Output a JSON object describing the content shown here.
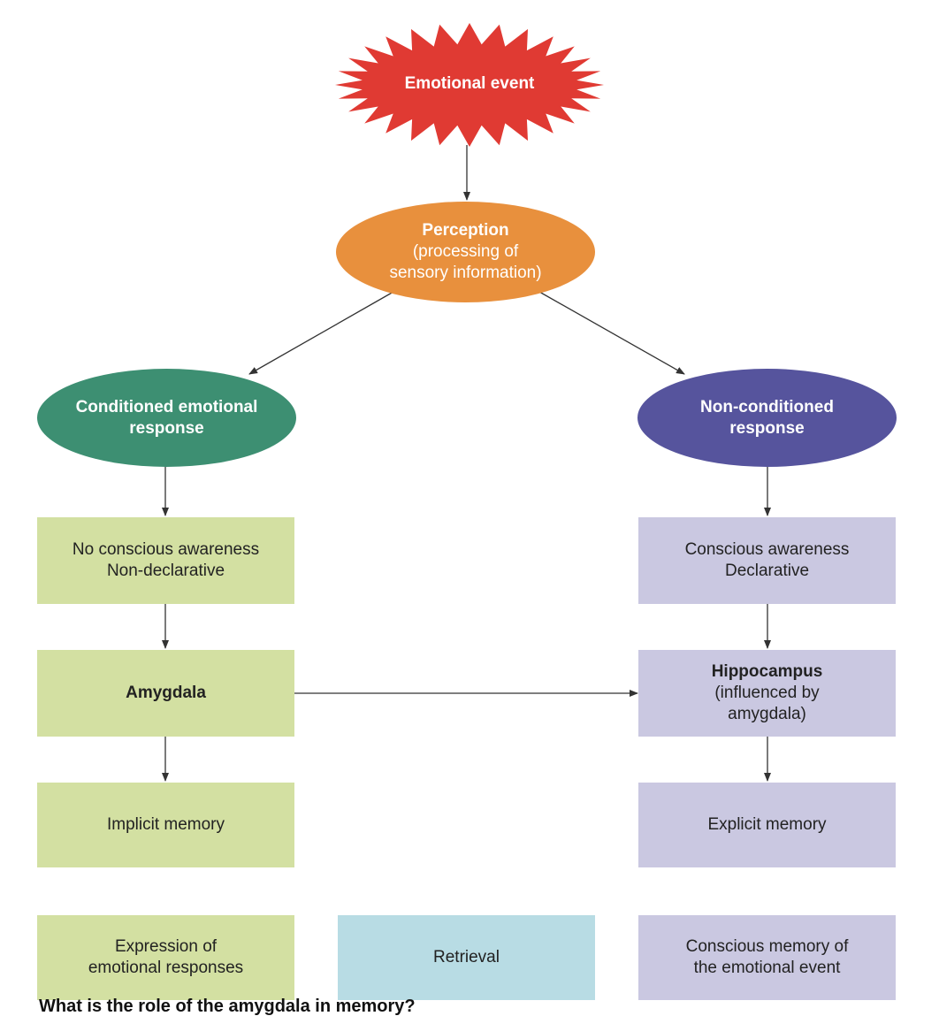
{
  "colors": {
    "event_red": "#e03a33",
    "perception_orange": "#e8903d",
    "conditioned_green": "#3d8f72",
    "nonconditioned_purple": "#56549d",
    "left_box_green": "#d3e0a2",
    "right_box_purple": "#cac8e1",
    "retrieval_blue": "#b8dce4"
  },
  "event": {
    "label": "Emotional event",
    "icon": "starburst-icon"
  },
  "perception": {
    "title": "Perception",
    "line1": "(processing of",
    "line2": "sensory information)"
  },
  "conditioned": {
    "line1": "Conditioned emotional",
    "line2": "response"
  },
  "nonconditioned": {
    "line1": "Non-conditioned",
    "line2": "response"
  },
  "left": {
    "awareness": {
      "line1": "No conscious awareness",
      "line2": "Non-declarative"
    },
    "structure": "Amygdala",
    "memory": "Implicit memory",
    "outcome": {
      "line1": "Expression of",
      "line2": "emotional responses"
    }
  },
  "right": {
    "awareness": {
      "line1": "Conscious awareness",
      "line2": "Declarative"
    },
    "structure": {
      "title": "Hippocampus",
      "line1": "(influenced by",
      "line2": "amygdala)"
    },
    "memory": "Explicit memory",
    "outcome": {
      "line1": "Conscious memory of",
      "line2": "the emotional event"
    }
  },
  "retrieval": "Retrieval",
  "question_text": "What is the role of the amygdala in memory?"
}
